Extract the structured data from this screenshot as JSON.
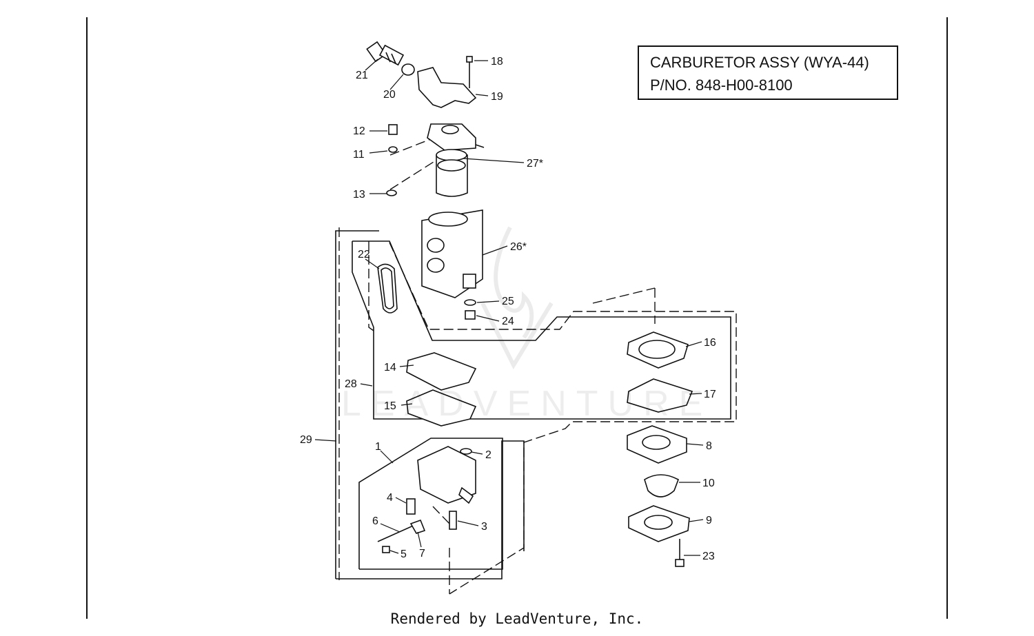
{
  "title": {
    "line1": "CARBURETOR ASSY (WYA-44)",
    "line2": "P/NO. 848-H00-8100"
  },
  "footer": "Rendered by LeadVenture, Inc.",
  "watermark": "LEADVENTURE",
  "callouts": {
    "c1": "1",
    "c2": "2",
    "c3": "3",
    "c4": "4",
    "c5": "5",
    "c6": "6",
    "c7": "7",
    "c8": "8",
    "c9": "9",
    "c10": "10",
    "c11": "11",
    "c12": "12",
    "c13": "13",
    "c14": "14",
    "c15": "15",
    "c16": "16",
    "c17": "17",
    "c18": "18",
    "c19": "19",
    "c20": "20",
    "c21": "21",
    "c22": "22",
    "c23": "23",
    "c24": "24",
    "c25": "25",
    "c26": "26*",
    "c27": "27*",
    "c28": "28",
    "c29": "29"
  }
}
